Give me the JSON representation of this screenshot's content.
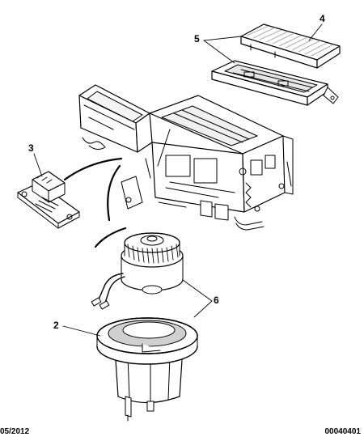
{
  "callouts": {
    "c1": "4",
    "c2": "5",
    "c3": "3",
    "c4": "6",
    "c5": "2"
  },
  "footer": {
    "date": "05/2012",
    "reference": "00040401"
  },
  "colors": {
    "line": "#000000",
    "background": "#ffffff",
    "shade": "#d0d0d0",
    "filter_mesh": "#9a9a9a"
  }
}
